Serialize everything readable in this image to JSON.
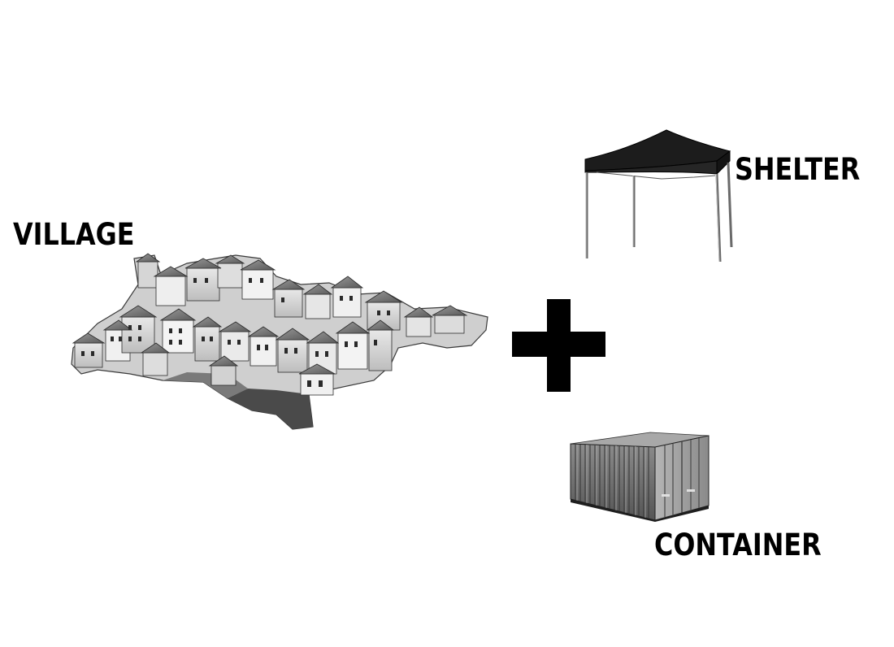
{
  "labels": {
    "village": "VILLAGE",
    "shelter": "SHELTER",
    "container": "CONTAINER"
  },
  "operator": "plus",
  "icons": {
    "village": "village-icon",
    "shelter": "canopy-tent-icon",
    "container": "shipping-container-icon",
    "plus": "plus-icon"
  },
  "colors": {
    "ink": "#000000",
    "background": "#ffffff"
  }
}
